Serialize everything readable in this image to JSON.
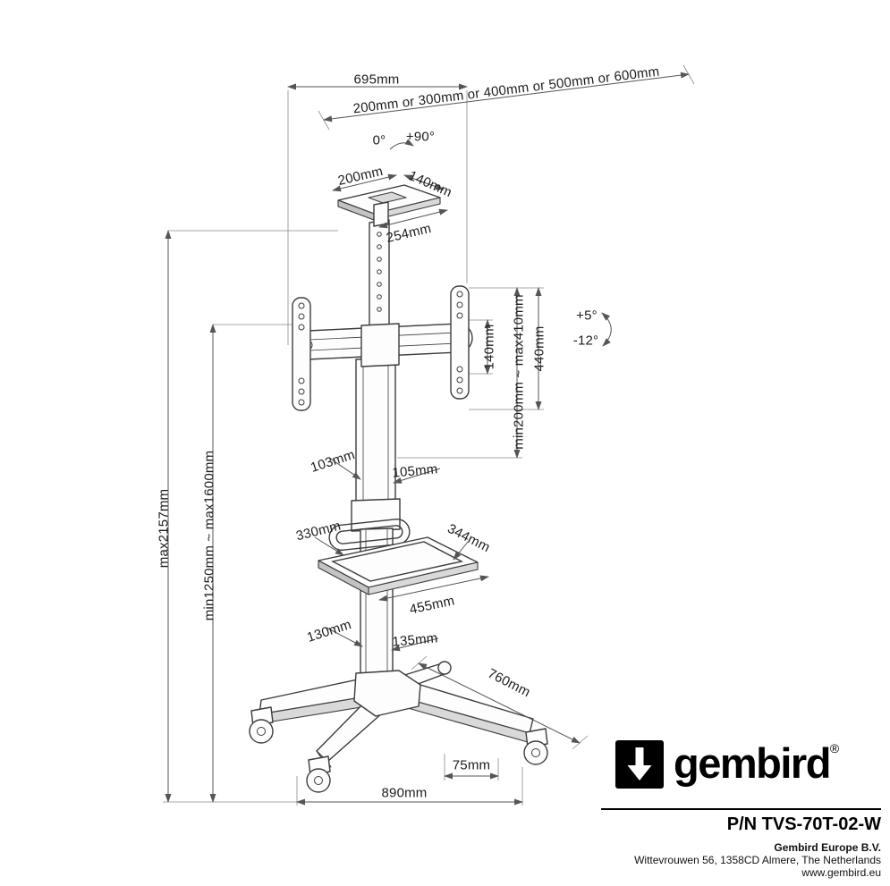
{
  "dims": {
    "width_695": "695mm",
    "vesa_width_options": "200mm or 300mm or 400mm or 500mm or 600mm",
    "swivel_min": "0°",
    "swivel_max": "+90°",
    "tray_width": "200mm",
    "tray_depth": "140mm",
    "tray_overall": "254mm",
    "vesa_height": "140mm",
    "bracket_height_range": "min200mm ~ max410mm",
    "arm_height": "440mm",
    "tilt_up": "+5°",
    "tilt_down": "-12°",
    "column_upper_side": "103mm",
    "column_upper_front": "105mm",
    "shelf_depth": "330mm",
    "shelf_width": "344mm",
    "shelf_overall": "455mm",
    "column_lower_side": "130mm",
    "column_lower_front": "135mm",
    "max_total_height": "max2157mm",
    "screen_height_range": "min1250mm ~ max1600mm",
    "base_depth": "760mm",
    "caster_size": "75mm",
    "base_width": "890mm"
  },
  "branding": {
    "logo_text": "gembird",
    "registered": "®",
    "logo_icon": "down-arrow-in-black-square",
    "part_number": "P/N TVS-70T-02-W",
    "company": "Gembird Europe B.V.",
    "address": "Wittevrouwen 56, 1358CD Almere, The Netherlands",
    "website": "www.gembird.eu"
  },
  "colors": {
    "brand_black": "#000000",
    "line": "#3c3c3c"
  }
}
